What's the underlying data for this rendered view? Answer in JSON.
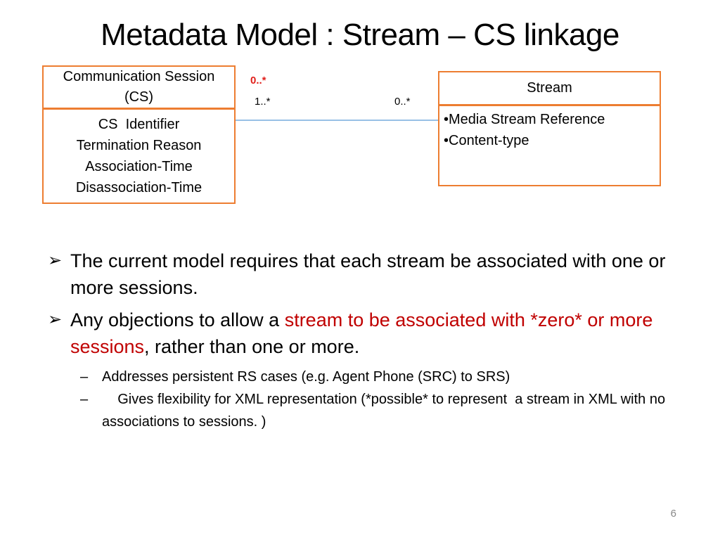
{
  "title": "Metadata Model : Stream – CS linkage",
  "cs_box": {
    "header": [
      "Communication Session",
      "(CS)"
    ],
    "attributes": [
      "CS  Identifier",
      "Termination Reason",
      "Association-Time",
      "Disassociation-Time"
    ]
  },
  "stream_box": {
    "header": "Stream",
    "attributes": [
      "•Media Stream Reference",
      "•Content-type"
    ]
  },
  "multiplicity": {
    "proposed": "0..*",
    "cs_side": "1..*",
    "stream_side": "0..*"
  },
  "bullets": [
    {
      "marker": "➢",
      "text": "The current model requires that each stream be associated with one or more sessions."
    },
    {
      "marker": "➢",
      "prefix": "Any objections to allow a ",
      "highlight": "stream to be associated with *zero* or more sessions",
      "suffix": ", rather than one or more."
    }
  ],
  "sub_bullets": [
    {
      "marker": "–",
      "text": "Addresses persistent RS cases (e.g. Agent Phone (SRC) to SRS)"
    },
    {
      "marker": "–",
      "text": "    Gives flexibility for XML representation (*possible* to represent  a stream in XML with no associations to sessions. )"
    }
  ],
  "page_number": "6",
  "colors": {
    "box_border": "#ed7d31",
    "highlight": "#c00000",
    "proposed_multiplicity": "#e0201b",
    "link": "#5b9bd5"
  }
}
